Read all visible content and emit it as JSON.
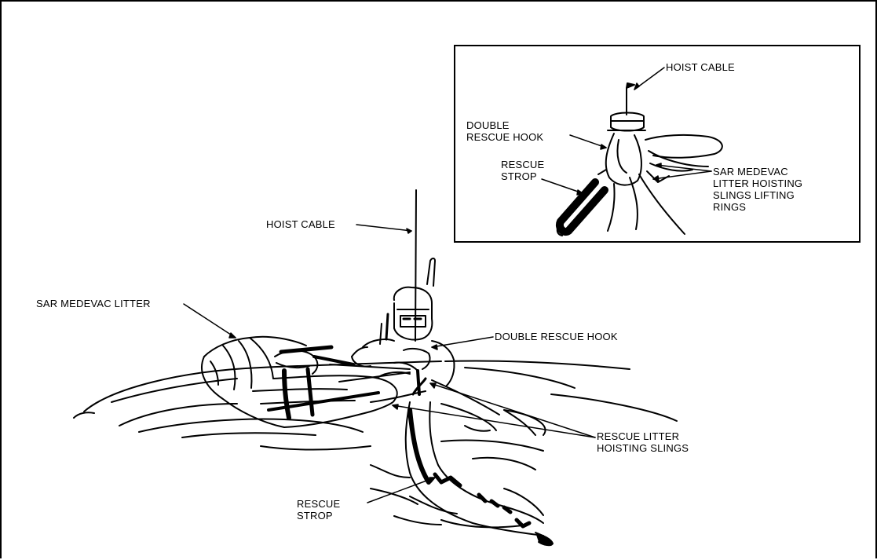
{
  "main_labels": {
    "hoist_cable": "HOIST CABLE",
    "sar_medevac_litter": "SAR MEDEVAC LITTER",
    "double_rescue_hook": "DOUBLE RESCUE HOOK",
    "rescue_litter_hoisting_slings": "RESCUE LITTER\nHOISTING SLINGS",
    "rescue_strop": "RESCUE\nSTROP"
  },
  "inset_labels": {
    "hoist_cable": "HOIST CABLE",
    "double_rescue_hook": "DOUBLE\nRESCUE HOOK",
    "rescue_strop": "RESCUE\nSTROP",
    "lifting_rings": "SAR MEDEVAC\nLITTER HOISTING\nSLINGS LIFTING\nRINGS"
  },
  "colors": {
    "ink": "#000000",
    "paper": "#ffffff"
  }
}
